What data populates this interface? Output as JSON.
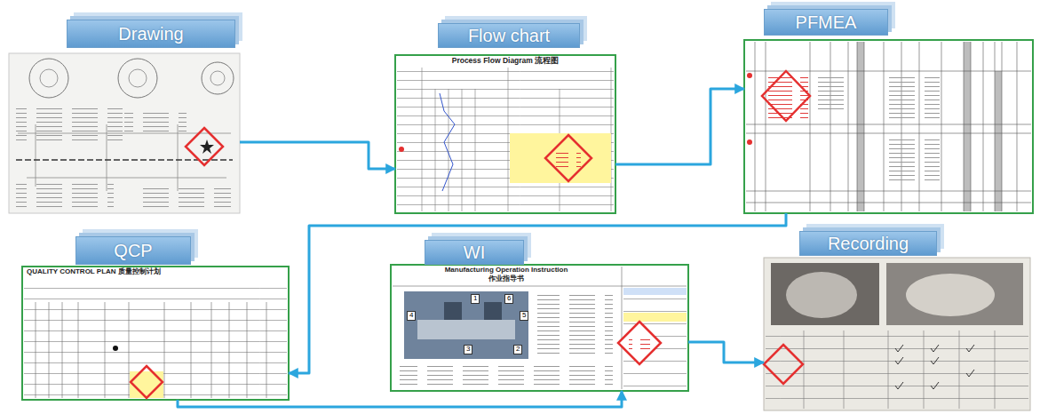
{
  "diagram": {
    "nodes": [
      {
        "text": [
          "Drawing"
        ]
      },
      {
        "text": [
          "Flow chart"
        ]
      },
      {
        "text": [
          "PFMEA"
        ]
      },
      {
        "text": [
          "QCP"
        ]
      },
      {
        "text": [
          "WI"
        ]
      },
      {
        "text": [
          "Recording"
        ]
      }
    ],
    "edges": [
      {
        "from": 0,
        "to": 1,
        "arrow": "to"
      },
      {
        "from": 1,
        "to": 2,
        "arrow": "to"
      },
      {
        "from": 2,
        "to": 3,
        "arrow": "to"
      },
      {
        "from": 3,
        "to": 4,
        "arrow": "to"
      },
      {
        "from": 4,
        "to": 5,
        "arrow": "to"
      }
    ],
    "labels": [
      "Process Flow Diagram 流程图",
      "QUALITY CONTROL PLAN 质量控制计划",
      "Manufacturing Operation Instruction",
      "作业指导书",
      "1",
      "6",
      "5",
      "2",
      "3",
      "4"
    ]
  }
}
